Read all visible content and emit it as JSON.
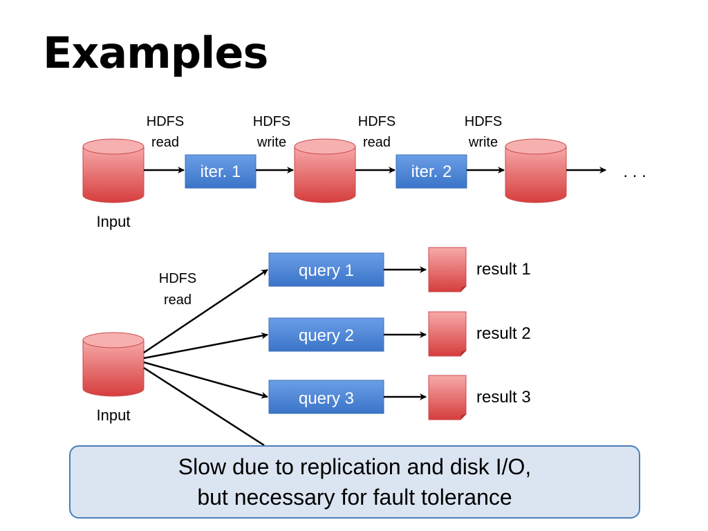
{
  "slide": {
    "title": "Examples"
  },
  "top_row": {
    "input_label": "Input",
    "hdfs_labels": [
      {
        "line1": "HDFS",
        "line2": "read"
      },
      {
        "line1": "HDFS",
        "line2": "write"
      },
      {
        "line1": "HDFS",
        "line2": "read"
      },
      {
        "line1": "HDFS",
        "line2": "write"
      }
    ],
    "iterations": [
      "iter. 1",
      "iter. 2"
    ],
    "ellipsis": ". . ."
  },
  "bottom_row": {
    "input_label": "Input",
    "hdfs_label": {
      "line1": "HDFS",
      "line2": "read"
    },
    "queries": [
      "query 1",
      "query 2",
      "query 3"
    ],
    "results": [
      "result 1",
      "result 2",
      "result 3"
    ]
  },
  "callout": {
    "line1": "Slow due to replication and disk I/O,",
    "line2": "but necessary for fault tolerance"
  },
  "colors": {
    "cylinder_top": "#f4a7a7",
    "cylinder_body": "#e05555",
    "box": "#4f86d6",
    "callout_bg": "#dbe5f1",
    "callout_border": "#4a7ebb"
  }
}
